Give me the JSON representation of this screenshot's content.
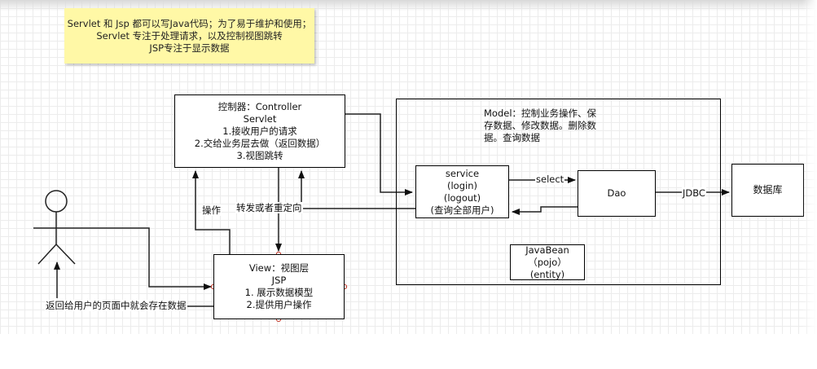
{
  "note": {
    "lines": [
      "Servlet 和 Jsp  都可以写Java代码；为了易于维护和使用；",
      "Servlet 专注于处理请求，以及控制视图跳转",
      "JSP专注于显示数据"
    ]
  },
  "controller": {
    "lines": [
      "控制器：Controller",
      "Servlet",
      "1.接收用户的请求",
      "2.交给业务层去做（返回数据）",
      "3.视图跳转"
    ]
  },
  "view": {
    "lines": [
      "View：视图层",
      "JSP",
      "1. 展示数据模型",
      "2.提供用户操作"
    ]
  },
  "model": {
    "lines": [
      "Model：控制业务操作、保",
      "存数据、修改数据。删除数",
      "据。查询数据"
    ]
  },
  "service": {
    "lines": [
      "service",
      "(login)",
      "(logout)",
      "(查询全部用户)"
    ]
  },
  "dao": {
    "label": "Dao"
  },
  "database": {
    "label": "数据库"
  },
  "javabean": {
    "lines": [
      "JavaBean",
      "（pojo）",
      "(entity)"
    ]
  },
  "edge_labels": {
    "operate": "操作",
    "forward": "转发或者重定向",
    "select": "select",
    "jdbc": "JDBC",
    "return_to_user": "返回给用户的页面中就会存在数据"
  },
  "colors": {
    "note_bg": "#fff8a6",
    "line": "#222222",
    "grid": "#e6e6e6",
    "handle": "#c0392b"
  }
}
